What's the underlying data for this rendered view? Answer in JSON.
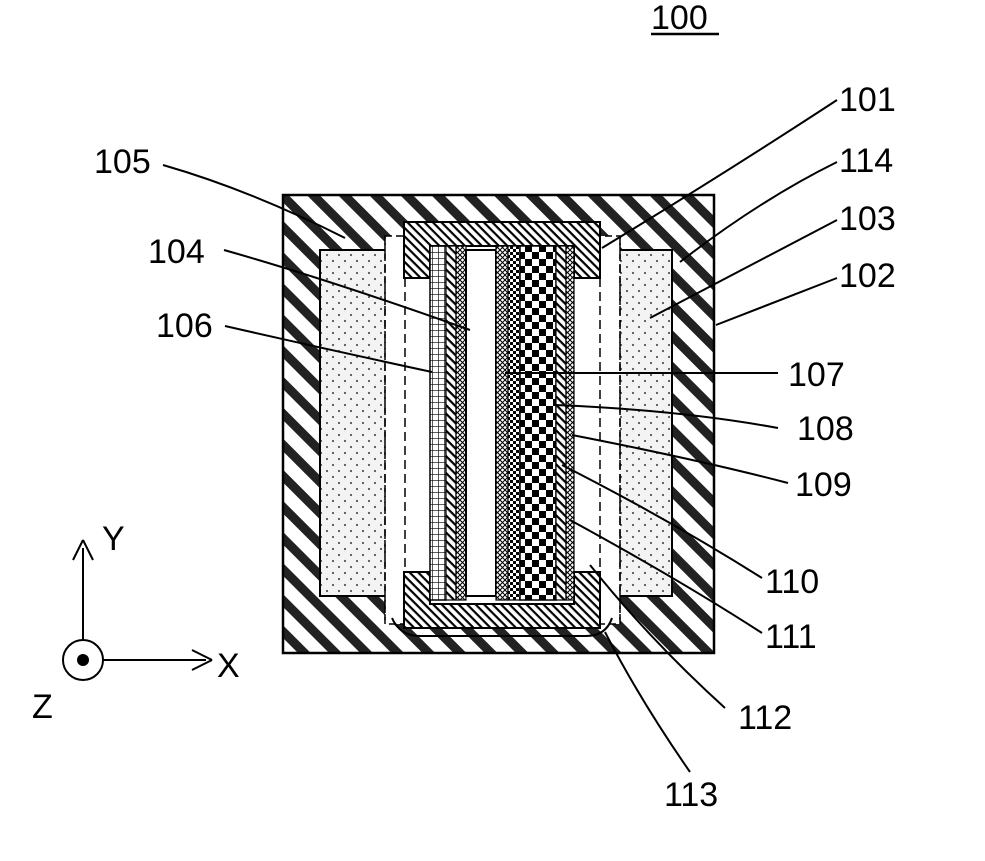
{
  "figure": {
    "reference_number": "100",
    "labels": {
      "l101": "101",
      "l102": "102",
      "l103": "103",
      "l104": "104",
      "l105": "105",
      "l106": "106",
      "l107": "107",
      "l108": "108",
      "l109": "109",
      "l110": "110",
      "l111": "111",
      "l112": "112",
      "l113": "113",
      "l114": "114"
    },
    "axes": {
      "x": "X",
      "y": "Y",
      "z": "Z"
    }
  }
}
